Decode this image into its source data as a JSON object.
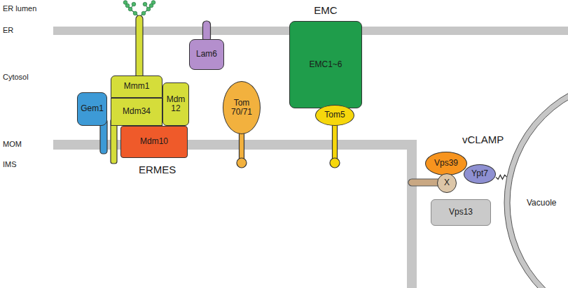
{
  "diagram": {
    "nodes": [
      {
        "text": [
          "Gem1"
        ]
      },
      {
        "text": [
          "Mmm1"
        ]
      },
      {
        "text": [
          "Mdm34"
        ]
      },
      {
        "text": [
          "Mdm 12"
        ]
      },
      {
        "text": [
          "Lam6"
        ]
      },
      {
        "text": [
          "Tom 70/71"
        ]
      },
      {
        "text": [
          "EMC",
          "EMC1~6"
        ]
      },
      {
        "text": [
          "Mdm10"
        ]
      },
      {
        "text": [
          "Tom5"
        ]
      },
      {
        "text": [
          "Vps39"
        ]
      },
      {
        "text": [
          "X"
        ]
      },
      {
        "text": [
          "Ypt7"
        ]
      },
      {
        "text": [
          "Vps13"
        ]
      },
      {
        "text": [
          "Vacuole"
        ]
      }
    ],
    "edges": [
      {
        "from": 11,
        "to": 13,
        "arrow": "none"
      }
    ],
    "labels": [
      "ER lumen",
      "ER",
      "Cytosol",
      "MOM",
      "IMS",
      "ERMES",
      "vCLAMP"
    ]
  }
}
